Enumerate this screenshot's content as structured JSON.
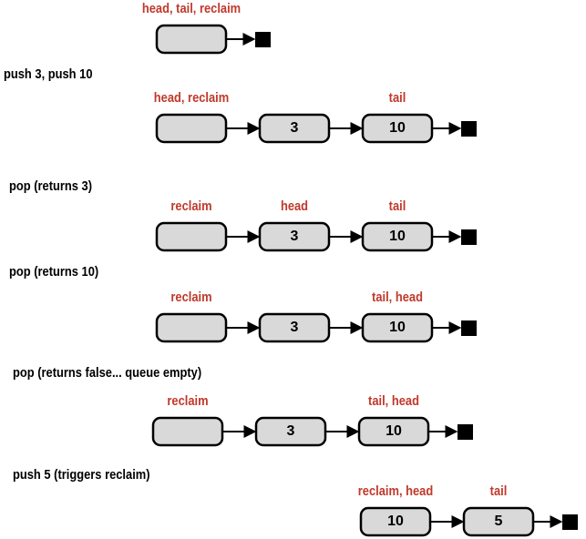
{
  "colors": {
    "pointer_label": "#c0392b",
    "node_fill": "#d9d9d9",
    "node_stroke": "#000000",
    "null_terminator": "#000000"
  },
  "rows": [
    {
      "step": "",
      "nodes": [
        {
          "value": "",
          "pointer": "head, tail, reclaim"
        }
      ]
    },
    {
      "step": "push 3, push 10",
      "nodes": [
        {
          "value": "",
          "pointer": "head, reclaim"
        },
        {
          "value": "3",
          "pointer": ""
        },
        {
          "value": "10",
          "pointer": "tail"
        }
      ]
    },
    {
      "step": "pop (returns 3)",
      "nodes": [
        {
          "value": "",
          "pointer": "reclaim"
        },
        {
          "value": "3",
          "pointer": "head"
        },
        {
          "value": "10",
          "pointer": "tail"
        }
      ]
    },
    {
      "step": "pop (returns 10)",
      "nodes": [
        {
          "value": "",
          "pointer": "reclaim"
        },
        {
          "value": "3",
          "pointer": ""
        },
        {
          "value": "10",
          "pointer": "tail, head"
        }
      ]
    },
    {
      "step": "pop (returns false... queue empty)",
      "nodes": [
        {
          "value": "",
          "pointer": "reclaim"
        },
        {
          "value": "3",
          "pointer": ""
        },
        {
          "value": "10",
          "pointer": "tail, head"
        }
      ]
    },
    {
      "step": "push 5 (triggers reclaim)",
      "nodes": [
        {
          "value": "10",
          "pointer": "reclaim, head"
        },
        {
          "value": "5",
          "pointer": "tail"
        }
      ]
    }
  ]
}
